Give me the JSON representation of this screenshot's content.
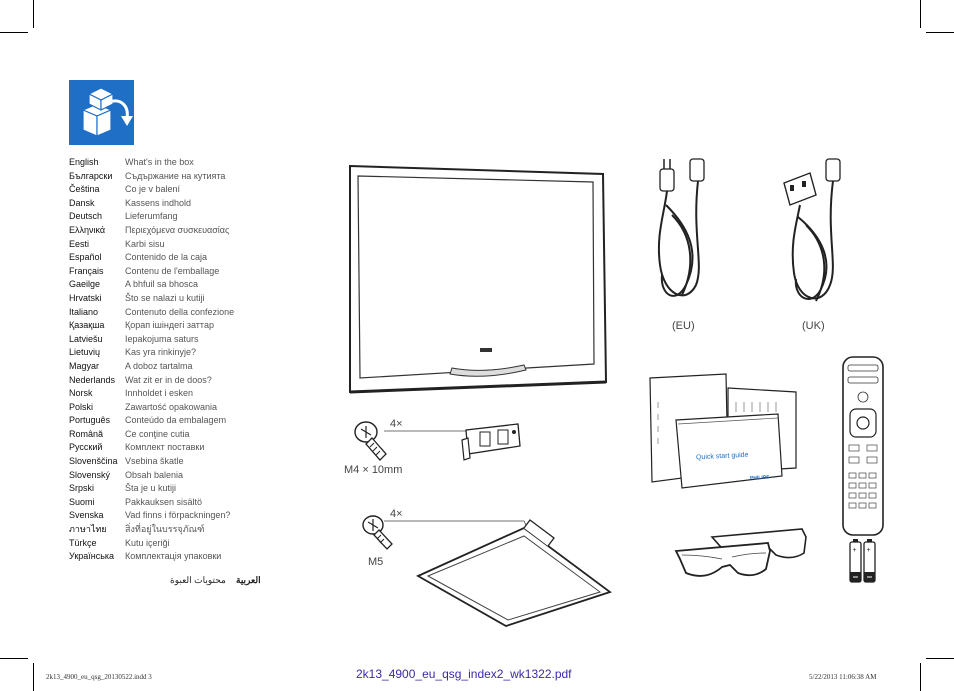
{
  "icon": {
    "name": "box-contents-icon",
    "color": "#1f6fc7"
  },
  "languages": [
    {
      "lang": "English",
      "text": "What's in the box"
    },
    {
      "lang": "Български",
      "text": "Съдържание на кутията"
    },
    {
      "lang": "Čeština",
      "text": "Co je v balení"
    },
    {
      "lang": "Dansk",
      "text": "Kassens indhold"
    },
    {
      "lang": "Deutsch",
      "text": "Lieferumfang"
    },
    {
      "lang": "Ελληνικά",
      "text": "Περιεχόμενα συσκευασίας"
    },
    {
      "lang": "Eesti",
      "text": "Karbi sisu"
    },
    {
      "lang": "Español",
      "text": "Contenido de la caja"
    },
    {
      "lang": "Français",
      "text": "Contenu de l'emballage"
    },
    {
      "lang": "Gaeilge",
      "text": "A bhfuil sa bhosca"
    },
    {
      "lang": "Hrvatski",
      "text": "Što se nalazi u kutiji"
    },
    {
      "lang": "Italiano",
      "text": "Contenuto della confezione"
    },
    {
      "lang": "Қазақша",
      "text": "Қорап ішіндегі заттар"
    },
    {
      "lang": "Latviešu",
      "text": "Iepakojuma saturs"
    },
    {
      "lang": "Lietuvių",
      "text": "Kas yra rinkinyje?"
    },
    {
      "lang": "Magyar",
      "text": "A doboz tartalma"
    },
    {
      "lang": "Nederlands",
      "text": "Wat zit er in de doos?"
    },
    {
      "lang": "Norsk",
      "text": "Innholdet i esken"
    },
    {
      "lang": "Polski",
      "text": "Zawartość opakowania"
    },
    {
      "lang": "Português",
      "text": "Conteúdo da embalagem"
    },
    {
      "lang": "Română",
      "text": "Ce conţine cutia"
    },
    {
      "lang": "Русский",
      "text": "Комплект поставки"
    },
    {
      "lang": "Slovenščina",
      "text": "Vsebina škatle"
    },
    {
      "lang": "Slovenský",
      "text": "Obsah balenia"
    },
    {
      "lang": "Srpski",
      "text": "Šta je u kutiji"
    },
    {
      "lang": "Suomi",
      "text": "Pakkauksen sisältö"
    },
    {
      "lang": "Svenska",
      "text": "Vad finns i förpackningen?"
    },
    {
      "lang": "ภาษาไทย",
      "text": "สิ่งที่อยู่ในบรรจุภัณฑ์"
    },
    {
      "lang": "Türkçe",
      "text": "Kutu içeriği"
    },
    {
      "lang": "Українська",
      "text": "Комплектація упаковки"
    }
  ],
  "arabic": {
    "lang": "العربية",
    "text": "محتويات العبوة"
  },
  "labels": {
    "plug_eu": "(EU)",
    "plug_uk": "(UK)",
    "screws_m4_qty": "4×",
    "screws_m4_size": "M4 × 10mm",
    "screws_m5_qty": "4×",
    "screws_m5_size": "M5",
    "booklet_title": "Quick start guide",
    "booklet_brand": "PHILIPS"
  },
  "footer": {
    "left": "2k13_4900_eu_qsg_20130522.indd   3",
    "center": "2k13_4900_eu_qsg_index2_wk1322.pdf",
    "right": "5/22/2013   11:06:38 AM"
  }
}
